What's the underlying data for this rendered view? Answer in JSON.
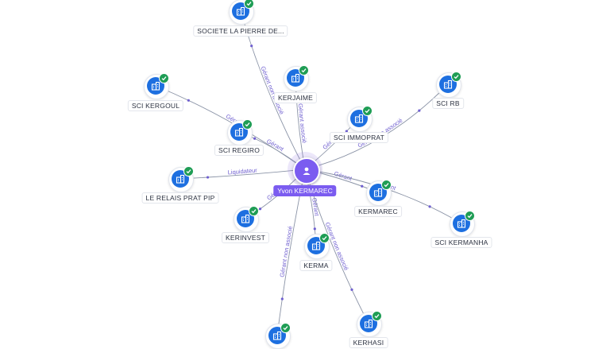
{
  "center": {
    "name": "Yvon KERMAREC",
    "icon": "person-icon"
  },
  "company_icon": "building-icon",
  "status_icon": "check-icon",
  "colors": {
    "center": "#7b5cf0",
    "company": "#1d6fe0",
    "status": "#1f9d55",
    "edge": "#8a93a6",
    "edge_label": "#6f5fd0"
  },
  "companies": [
    {
      "id": "societe-la-pierre",
      "name": "SOCIETE LA PIERRE DE..."
    },
    {
      "id": "kerjaime",
      "name": "KERJAIME"
    },
    {
      "id": "sci-kergoul",
      "name": "SCI KERGOUL"
    },
    {
      "id": "sci-regiro",
      "name": "SCI REGIRO"
    },
    {
      "id": "sci-rb",
      "name": "SCI RB"
    },
    {
      "id": "sci-immoprat",
      "name": "SCI IMMOPRAT"
    },
    {
      "id": "le-relais-prat-pip",
      "name": "LE RELAIS PRAT PIP"
    },
    {
      "id": "kermarec",
      "name": "KERMAREC"
    },
    {
      "id": "kerinvest",
      "name": "KERINVEST"
    },
    {
      "id": "kerma",
      "name": "KERMA"
    },
    {
      "id": "sci-kermanha",
      "name": "SCI KERMANHA"
    },
    {
      "id": "kerhasi",
      "name": "KERHASI"
    },
    {
      "id": "bottom-company",
      "name": ""
    }
  ],
  "edges": [
    {
      "to": "societe-la-pierre",
      "label": "Gérant non associé"
    },
    {
      "to": "kerjaime",
      "label": "Gérant associé"
    },
    {
      "to": "sci-kergoul",
      "label": "Gérant"
    },
    {
      "to": "sci-regiro",
      "label": "Gérant"
    },
    {
      "to": "sci-rb",
      "label": "Gérant non associé"
    },
    {
      "to": "sci-immoprat",
      "label": "Gérant"
    },
    {
      "to": "le-relais-prat-pip",
      "label": "Liquidateur"
    },
    {
      "to": "kermarec",
      "label": "Gérant"
    },
    {
      "to": "kerinvest",
      "label": "Gérant"
    },
    {
      "to": "kerma",
      "label": "Gérant"
    },
    {
      "to": "sci-kermanha",
      "label": "Gérant"
    },
    {
      "to": "kerhasi",
      "label": "Gérant non associé"
    },
    {
      "to": "bottom-company",
      "label": "Gérant non associé"
    }
  ]
}
